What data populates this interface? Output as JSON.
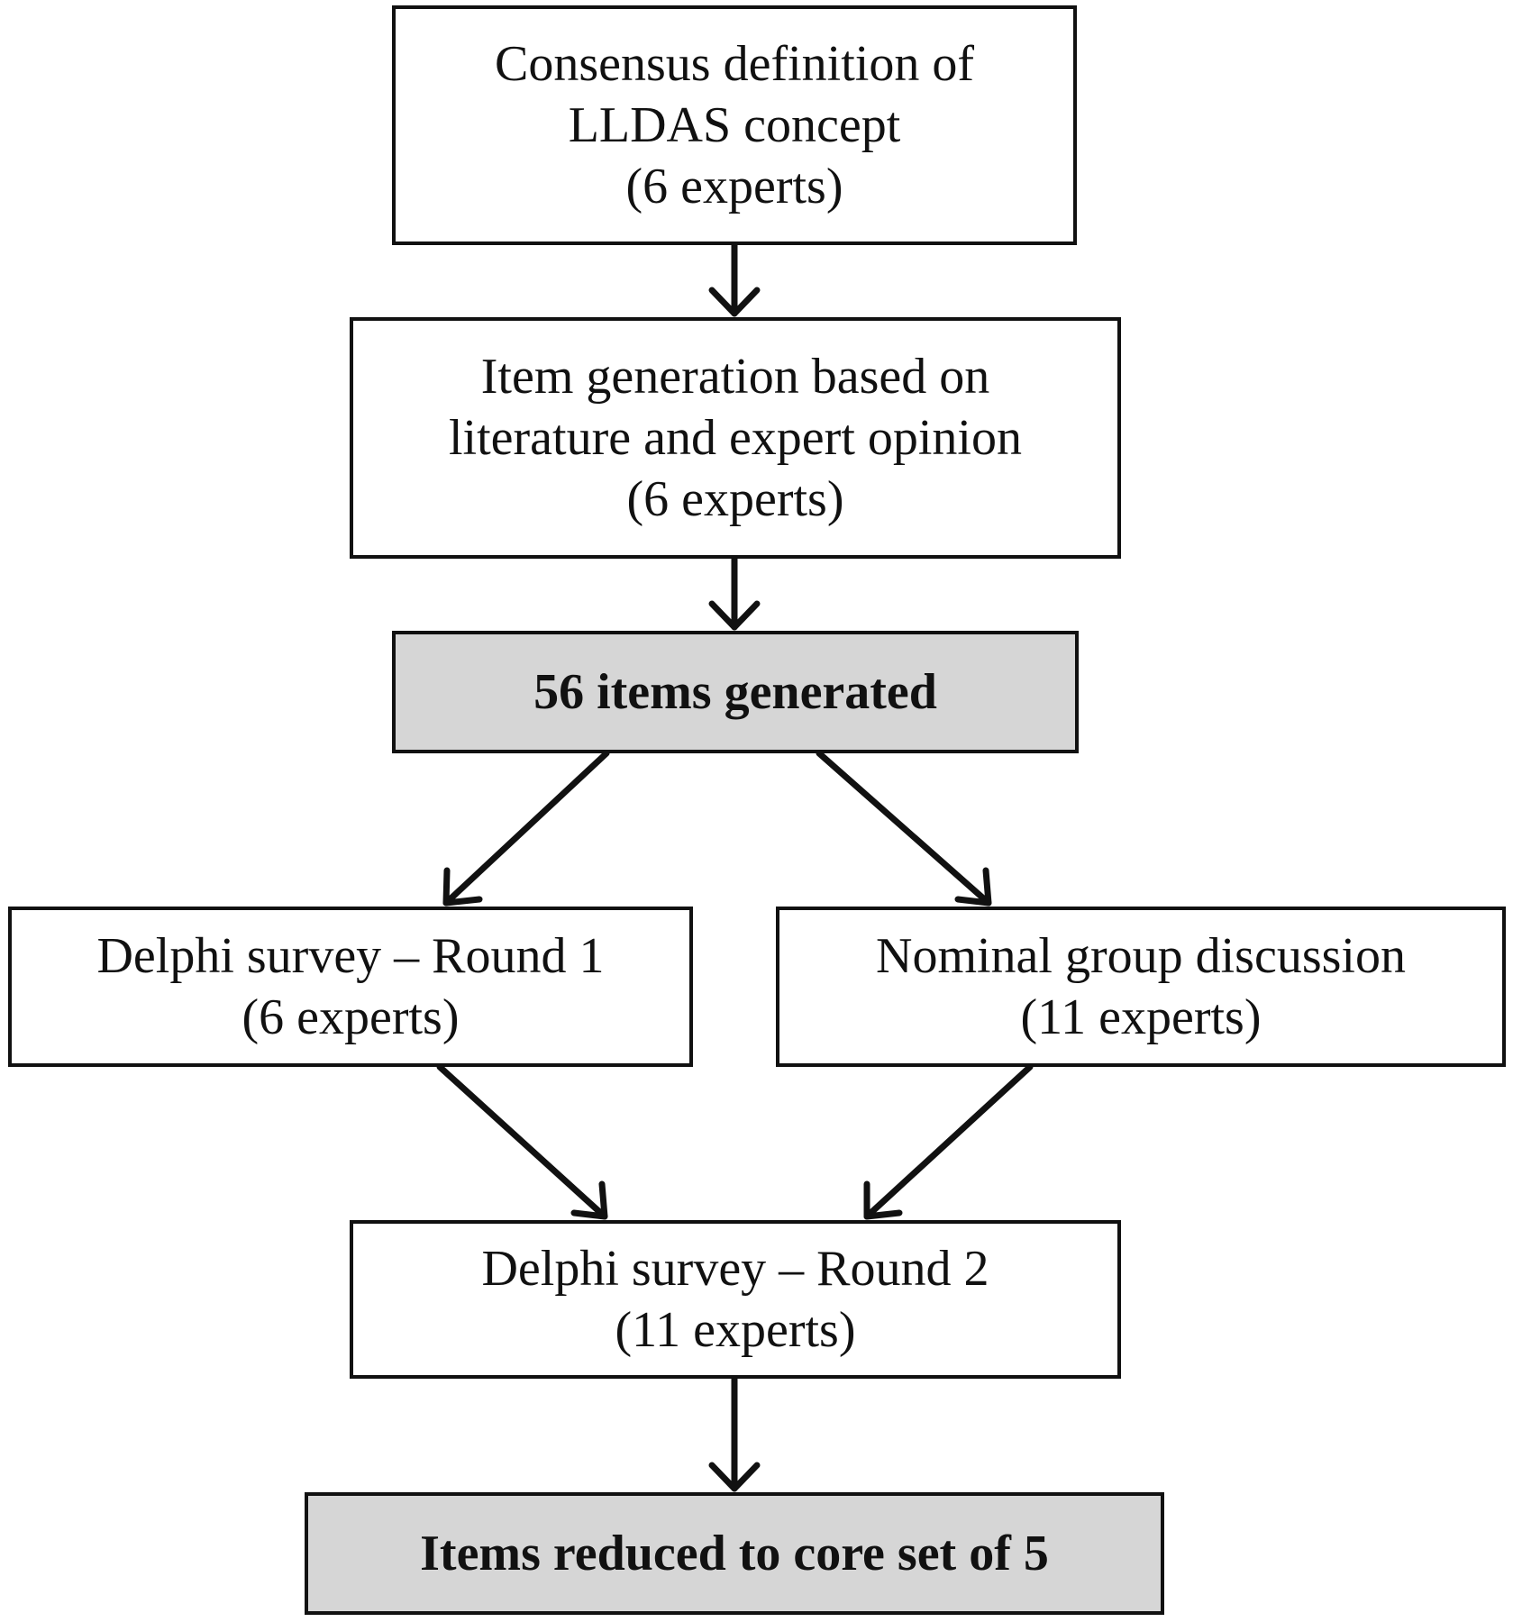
{
  "steps": {
    "concept": {
      "line1": "Consensus definition of",
      "line2": "LLDAS concept",
      "line3": "(6 experts)"
    },
    "generation": {
      "line1": "Item generation based on",
      "line2": "literature and expert opinion",
      "line3": "(6 experts)"
    },
    "generated": {
      "line1": "56 items generated"
    },
    "delphi1": {
      "line1": "Delphi survey – Round 1",
      "line2": "(6 experts)"
    },
    "nominal": {
      "line1": "Nominal group discussion",
      "line2": "(11 experts)"
    },
    "delphi2": {
      "line1": "Delphi survey – Round 2",
      "line2": "(11 experts)"
    },
    "result": {
      "line1": "Items reduced to core set of 5"
    }
  },
  "connections": [
    {
      "from": "concept",
      "to": "generation"
    },
    {
      "from": "generation",
      "to": "generated"
    },
    {
      "from": "generated",
      "to": "delphi1"
    },
    {
      "from": "generated",
      "to": "nominal"
    },
    {
      "from": "delphi1",
      "to": "delphi2"
    },
    {
      "from": "nominal",
      "to": "delphi2"
    },
    {
      "from": "delphi2",
      "to": "result"
    }
  ],
  "colors": {
    "border": "#111111",
    "highlight_fill": "#d6d6d6",
    "box_fill": "#ffffff"
  }
}
